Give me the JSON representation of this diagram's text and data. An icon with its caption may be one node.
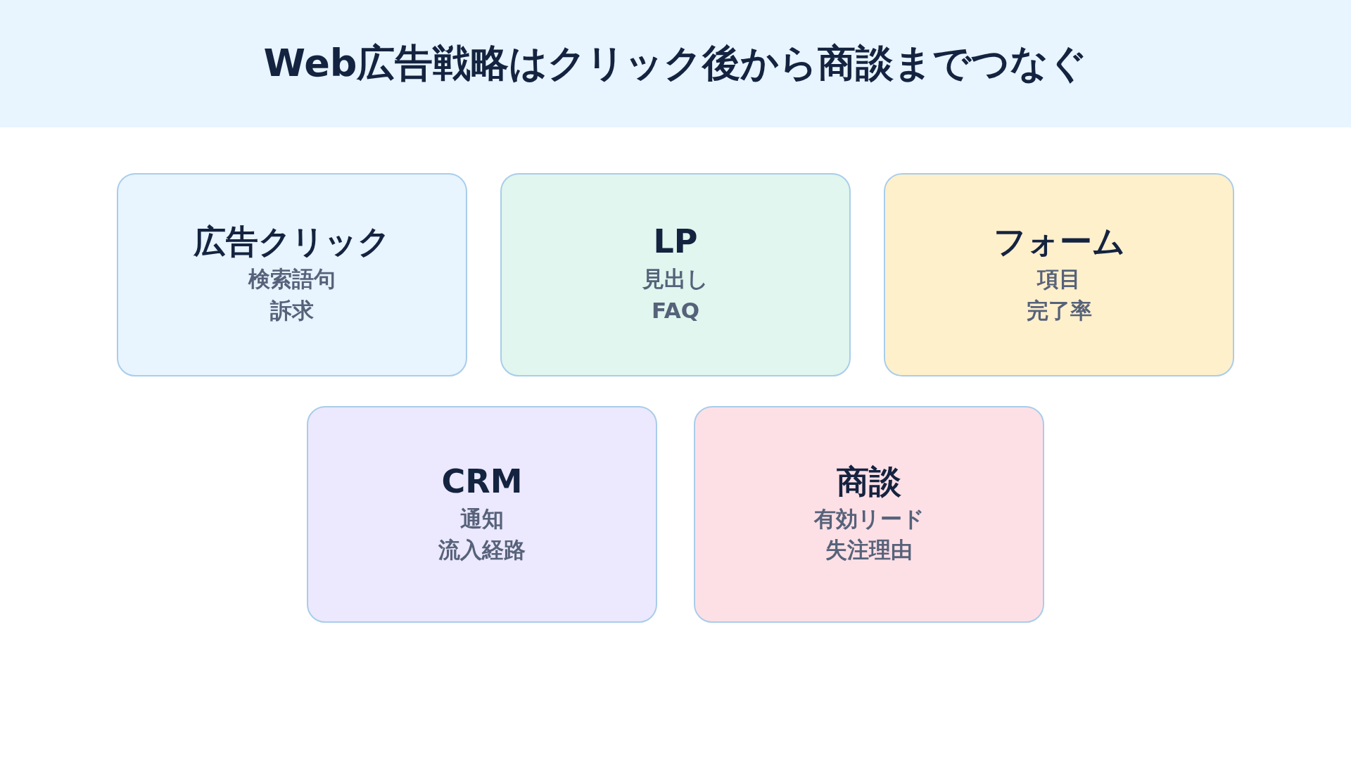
{
  "diagram": {
    "title": "Web広告戦略はクリック後から商談までつなぐ",
    "nodes": [
      {
        "text": [
          "広告クリック",
          "検索語句",
          "訴求"
        ]
      },
      {
        "text": [
          "LP",
          "見出し",
          "FAQ"
        ]
      },
      {
        "text": [
          "フォーム",
          "項目",
          "完了率"
        ]
      },
      {
        "text": [
          "CRM",
          "通知",
          "流入経路"
        ]
      },
      {
        "text": [
          "商談",
          "有効リード",
          "失注理由"
        ]
      }
    ]
  }
}
